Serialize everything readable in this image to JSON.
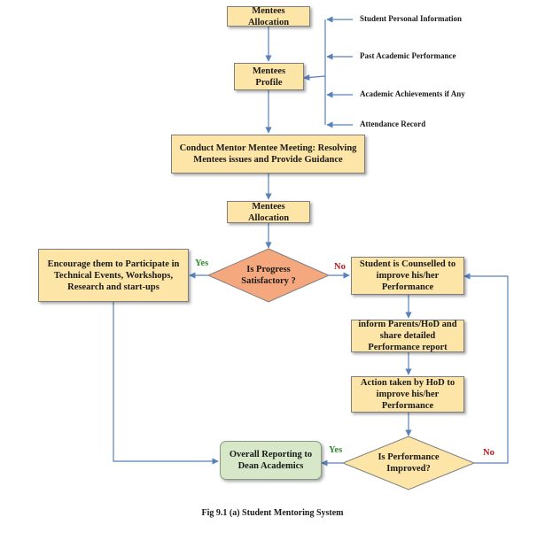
{
  "nodes": {
    "allocation_top": "Mentees Allocation",
    "profile": "Mentees Profile",
    "meeting": "Conduct Mentor Mentee Meeting: Resolving Mentees issues and Provide Guidance",
    "allocation_second": "Mentees Allocation",
    "encourage": "Encourage them to Participate in Technical Events, Workshops, Research and start-ups",
    "progress_decision": "Is Progress Satisfactory ?",
    "counselled": "Student is Counselled to improve his/her Performance",
    "inform": "inform Parents/HoD and share detailed Performance report",
    "action": "Action taken by HoD to improve his/her Performance",
    "improved_decision": "Is Performance Improved?",
    "reporting": "Overall Reporting to Dean Academics"
  },
  "profile_inputs": [
    "Student Personal Information",
    "Past Academic Performance",
    "Academic Achievements if Any",
    "Attendance Record"
  ],
  "edge_labels": {
    "progress_yes": "Yes",
    "progress_no": "No",
    "improved_yes": "Yes",
    "improved_no": "No"
  },
  "caption": "Fig 9.1 (a) Student Mentoring System",
  "colors": {
    "box_fill": "#fde5a8",
    "decision_fill": "#f5a77e",
    "report_fill": "#d6e8c8",
    "arrow": "#5a82b8",
    "yes": "#2e8b2e",
    "no": "#c0141c"
  }
}
